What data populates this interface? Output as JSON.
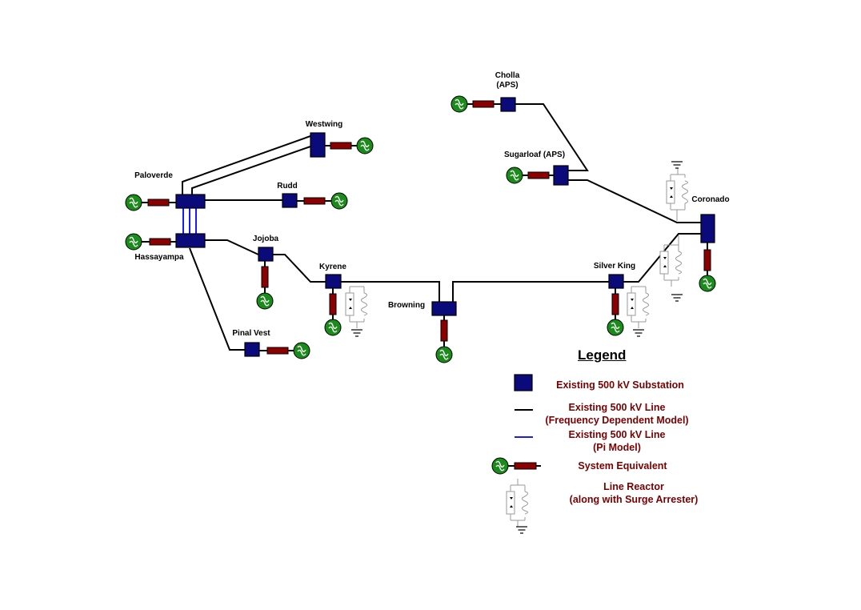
{
  "substations": {
    "westwing": "Westwing",
    "paloverde": "Paloverde",
    "rudd": "Rudd",
    "hassayampa": "Hassayampa",
    "jojoba": "Jojoba",
    "kyrene": "Kyrene",
    "pinal_vest": "Pinal Vest",
    "browning": "Browning",
    "silver_king": "Silver King",
    "coronado": "Coronado",
    "cholla_line1": "Cholla",
    "cholla_line2": "(APS)",
    "sugarloaf": "Sugarloaf (APS)"
  },
  "legend": {
    "title": "Legend",
    "substation": "Existing 500 kV Substation",
    "fd_line_1": "Existing 500 kV Line",
    "fd_line_2": "(Frequency Dependent Model)",
    "pi_line_1": "Existing 500 kV Line",
    "pi_line_2": "(Pi Model)",
    "system_equivalent": "System Equivalent",
    "reactor_1": "Line Reactor",
    "reactor_2": "(along with Surge Arrester)"
  },
  "colors": {
    "substation": "#0a0a7a",
    "reactor": "#8b0000",
    "source": "#1a8c1a",
    "line": "#000000",
    "pi_line": "#1a1aff",
    "legend_text": "#7a0000"
  }
}
